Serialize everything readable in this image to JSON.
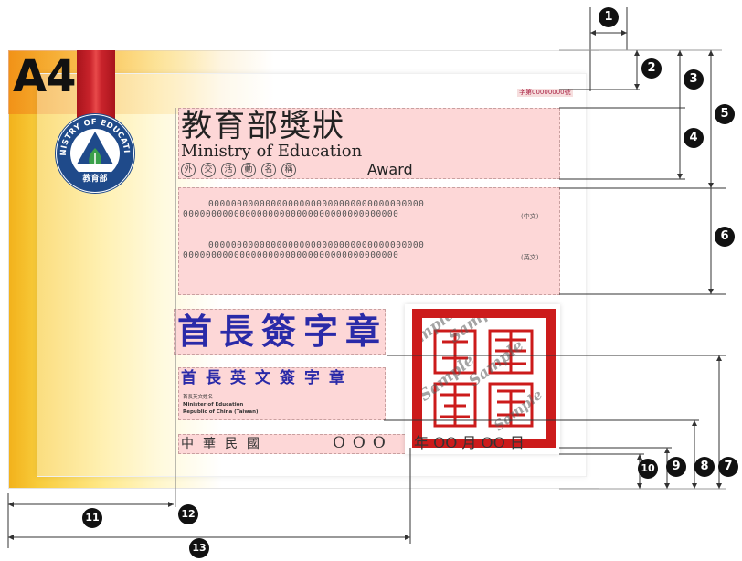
{
  "paper_label": "A4",
  "seal": {
    "text_outer": "MINISTRY OF EDUCATION",
    "text_bottom": "教育部"
  },
  "serial_box": "字第00000000號",
  "title": {
    "zh": "教育部獎狀",
    "en": "Ministry of Education",
    "circle_chars": [
      "外",
      "交",
      "活",
      "動",
      "名",
      "稱"
    ],
    "award": "Award"
  },
  "body": {
    "line1a": "00000000000000000000000000000000000000",
    "line1b": "00000000000000000000000000000000000000",
    "lang1": "(中文)",
    "line2a": "00000000000000000000000000000000000000",
    "line2b": "00000000000000000000000000000000000000",
    "lang2": "(英文)"
  },
  "signature": {
    "zh_stamp": "首長簽字章",
    "en_stamp": "首長英文簽字章",
    "name_label": "首長英文姓名",
    "title_line": "Minister of Education",
    "org_line": "Republic of China (Taiwan)"
  },
  "date": {
    "roc": "中華民國",
    "year": "OOO",
    "chars": "年  OO  月  OO  日"
  },
  "stamp": {
    "watermark": "Sample"
  },
  "markers": [
    "1",
    "2",
    "3",
    "4",
    "5",
    "6",
    "7",
    "8",
    "9",
    "10",
    "11",
    "12",
    "13"
  ],
  "colors": {
    "guide_pink": "#fdd7d7",
    "ink_blue": "#2a2aa8",
    "seal_red": "#cc1b1b",
    "ribbon": "#c9232b"
  }
}
